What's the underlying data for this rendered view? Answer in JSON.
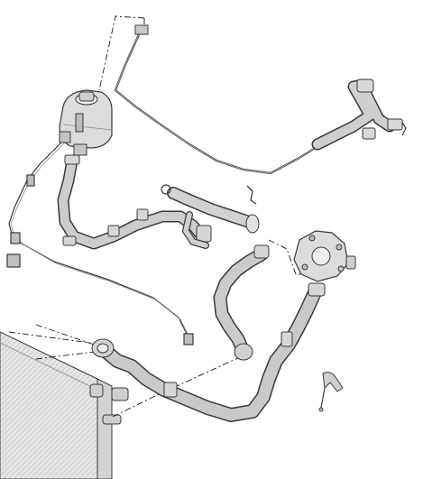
{
  "diagram": {
    "kind": "exploded-parts-view",
    "colors": {
      "background": "#ffffff",
      "outline": "#3a3a3a",
      "hose_fill": "#c9c9c9",
      "hose_shade": "#9a9a9a",
      "tank_fill": "#dcdcdc",
      "radiator_fill": "#e6e6e6",
      "radiator_fin": "#bdbdbd",
      "leader_line": "#1a1a1a"
    },
    "parts": [
      {
        "id": "expansion-tank",
        "icon": "coolant-reservoir-icon"
      },
      {
        "id": "reservoir-vent-line",
        "icon": "thin-tube-icon"
      },
      {
        "id": "heater-hose-assembly",
        "icon": "hose-icon"
      },
      {
        "id": "tank-outlet-hose",
        "icon": "hose-icon"
      },
      {
        "id": "bypass-pipe",
        "icon": "pipe-icon"
      },
      {
        "id": "o-ring-clip",
        "icon": "clip-icon"
      },
      {
        "id": "thermostat-housing",
        "icon": "thermostat-icon"
      },
      {
        "id": "upper-radiator-hose",
        "icon": "hose-icon"
      },
      {
        "id": "lower-radiator-hose",
        "icon": "hose-icon"
      },
      {
        "id": "radiator",
        "icon": "radiator-icon"
      },
      {
        "id": "bracket-bolt",
        "icon": "bolt-icon"
      },
      {
        "id": "spring-clip",
        "icon": "clip-icon"
      }
    ]
  }
}
